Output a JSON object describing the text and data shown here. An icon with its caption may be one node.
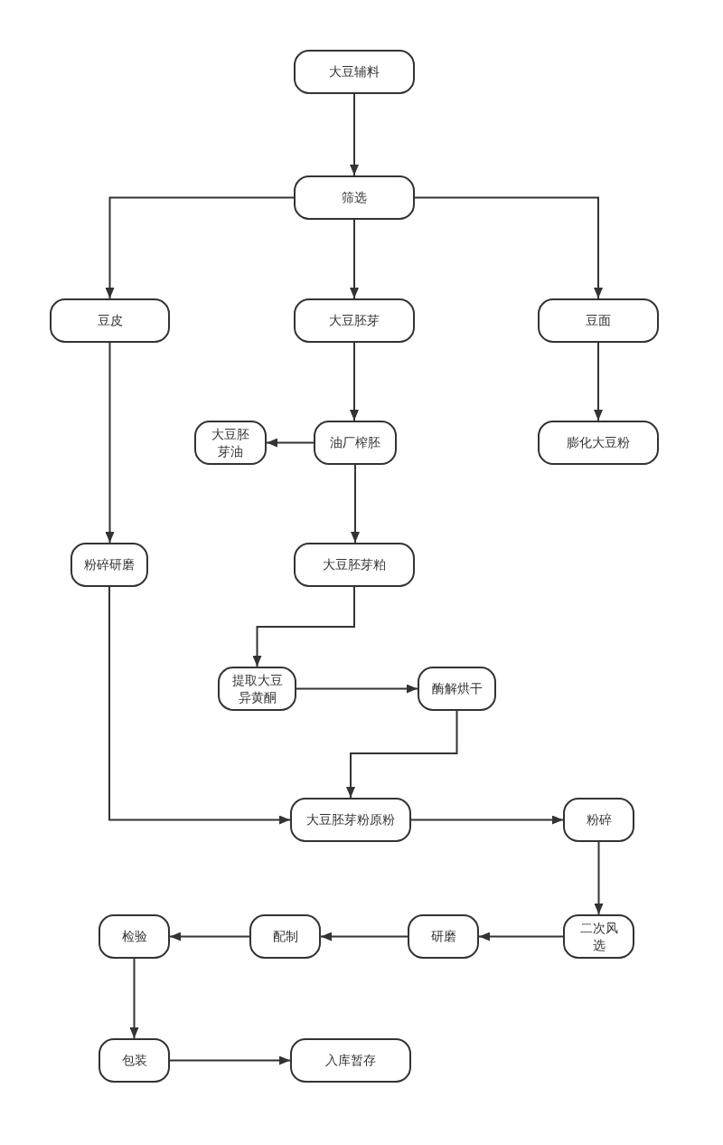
{
  "diagram": {
    "nodes": [
      {
        "text": [
          "大豆辅料"
        ]
      },
      {
        "text": [
          "筛选"
        ]
      },
      {
        "text": [
          "豆皮"
        ]
      },
      {
        "text": [
          "大豆胚芽"
        ]
      },
      {
        "text": [
          "豆面"
        ]
      },
      {
        "text": [
          "大豆胚芽油"
        ]
      },
      {
        "text": [
          "油厂榨胚"
        ]
      },
      {
        "text": [
          "膨化大豆粉"
        ]
      },
      {
        "text": [
          "粉碎研磨"
        ]
      },
      {
        "text": [
          "大豆胚芽粕"
        ]
      },
      {
        "text": [
          "提取大豆异黄酮"
        ]
      },
      {
        "text": [
          "酶解烘干"
        ]
      },
      {
        "text": [
          "大豆胚芽粉原粉"
        ]
      },
      {
        "text": [
          "粉碎"
        ]
      },
      {
        "text": [
          "二次风选"
        ]
      },
      {
        "text": [
          "研磨"
        ]
      },
      {
        "text": [
          "配制"
        ]
      },
      {
        "text": [
          "检验"
        ]
      },
      {
        "text": [
          "包装"
        ]
      },
      {
        "text": [
          "入库暂存"
        ]
      }
    ],
    "edges": [
      {
        "from": 0,
        "to": 1,
        "arrow": "to"
      },
      {
        "from": 1,
        "to": 2,
        "arrow": "to"
      },
      {
        "from": 1,
        "to": 3,
        "arrow": "to"
      },
      {
        "from": 1,
        "to": 4,
        "arrow": "to"
      },
      {
        "from": 2,
        "to": 8,
        "arrow": "to"
      },
      {
        "from": 3,
        "to": 6,
        "arrow": "to"
      },
      {
        "from": 6,
        "to": 5,
        "arrow": "to"
      },
      {
        "from": 4,
        "to": 7,
        "arrow": "to"
      },
      {
        "from": 6,
        "to": 9,
        "arrow": "to"
      },
      {
        "from": 9,
        "to": 10,
        "arrow": "to"
      },
      {
        "from": 10,
        "to": 11,
        "arrow": "to"
      },
      {
        "from": 11,
        "to": 12,
        "arrow": "to"
      },
      {
        "from": 8,
        "to": 12,
        "arrow": "to"
      },
      {
        "from": 12,
        "to": 13,
        "arrow": "to"
      },
      {
        "from": 13,
        "to": 14,
        "arrow": "to"
      },
      {
        "from": 14,
        "to": 15,
        "arrow": "to"
      },
      {
        "from": 15,
        "to": 16,
        "arrow": "to"
      },
      {
        "from": 16,
        "to": 17,
        "arrow": "to"
      },
      {
        "from": 17,
        "to": 18,
        "arrow": "to"
      },
      {
        "from": 18,
        "to": 19,
        "arrow": "to"
      }
    ]
  }
}
